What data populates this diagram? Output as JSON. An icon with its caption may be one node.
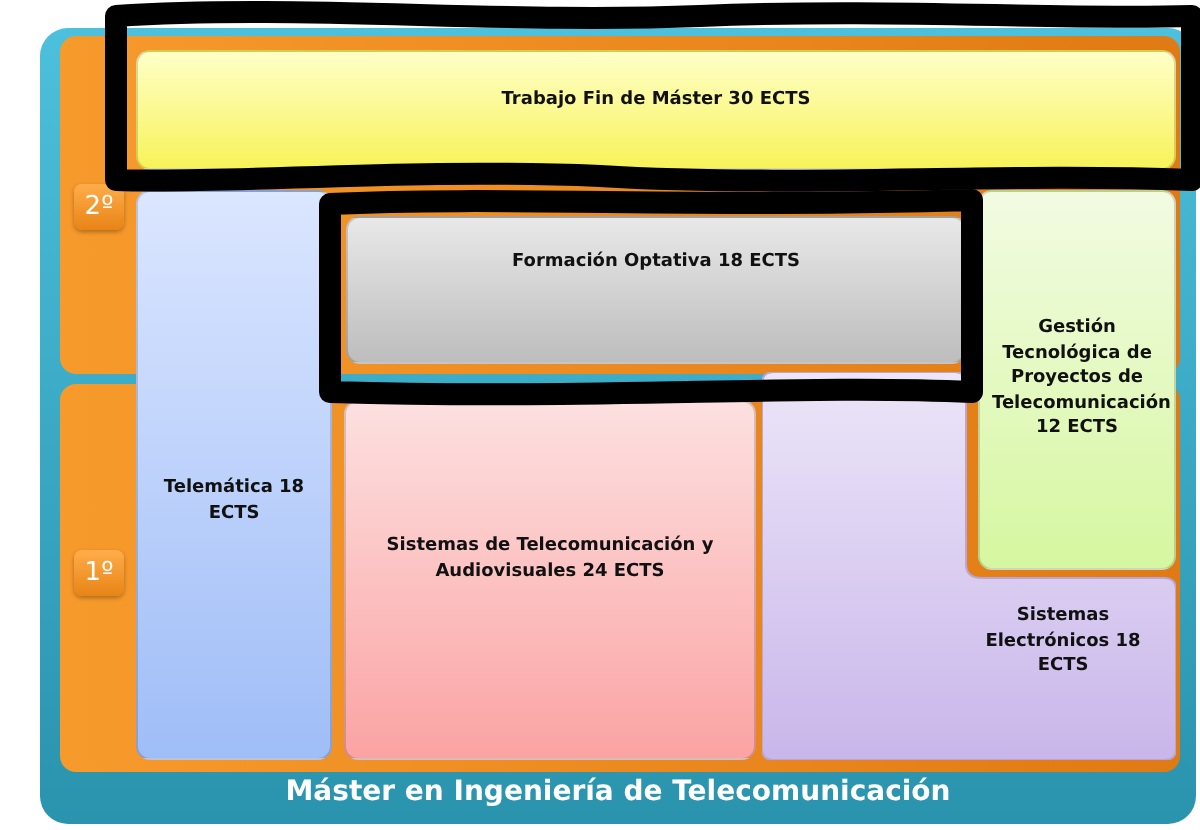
{
  "diagram": {
    "nodes": [
      {
        "text": [
          "Máster en Ingeniería de Telecomunicación"
        ]
      },
      {
        "text": [
          "2º"
        ],
        "in": 0
      },
      {
        "text": [
          "1º"
        ],
        "in": 0
      },
      {
        "text": [
          "Trabajo Fin de Máster 30 ECTS"
        ],
        "in": 0
      },
      {
        "text": [
          "Formación Optativa 18 ECTS"
        ],
        "in": 0
      },
      {
        "text": [
          "Telemática 18 ECTS"
        ],
        "in": 0
      },
      {
        "text": [
          "Gestión Tecnológica de Proyectos de Telecomunicación 12 ECTS"
        ],
        "in": 0
      },
      {
        "text": [
          "Sistemas de Telecomunicación y Audiovisuales 24 ECTS"
        ],
        "in": 0
      },
      {
        "text": [
          "Sistemas Electrónicos 18 ECTS"
        ],
        "in": 0
      }
    ]
  }
}
